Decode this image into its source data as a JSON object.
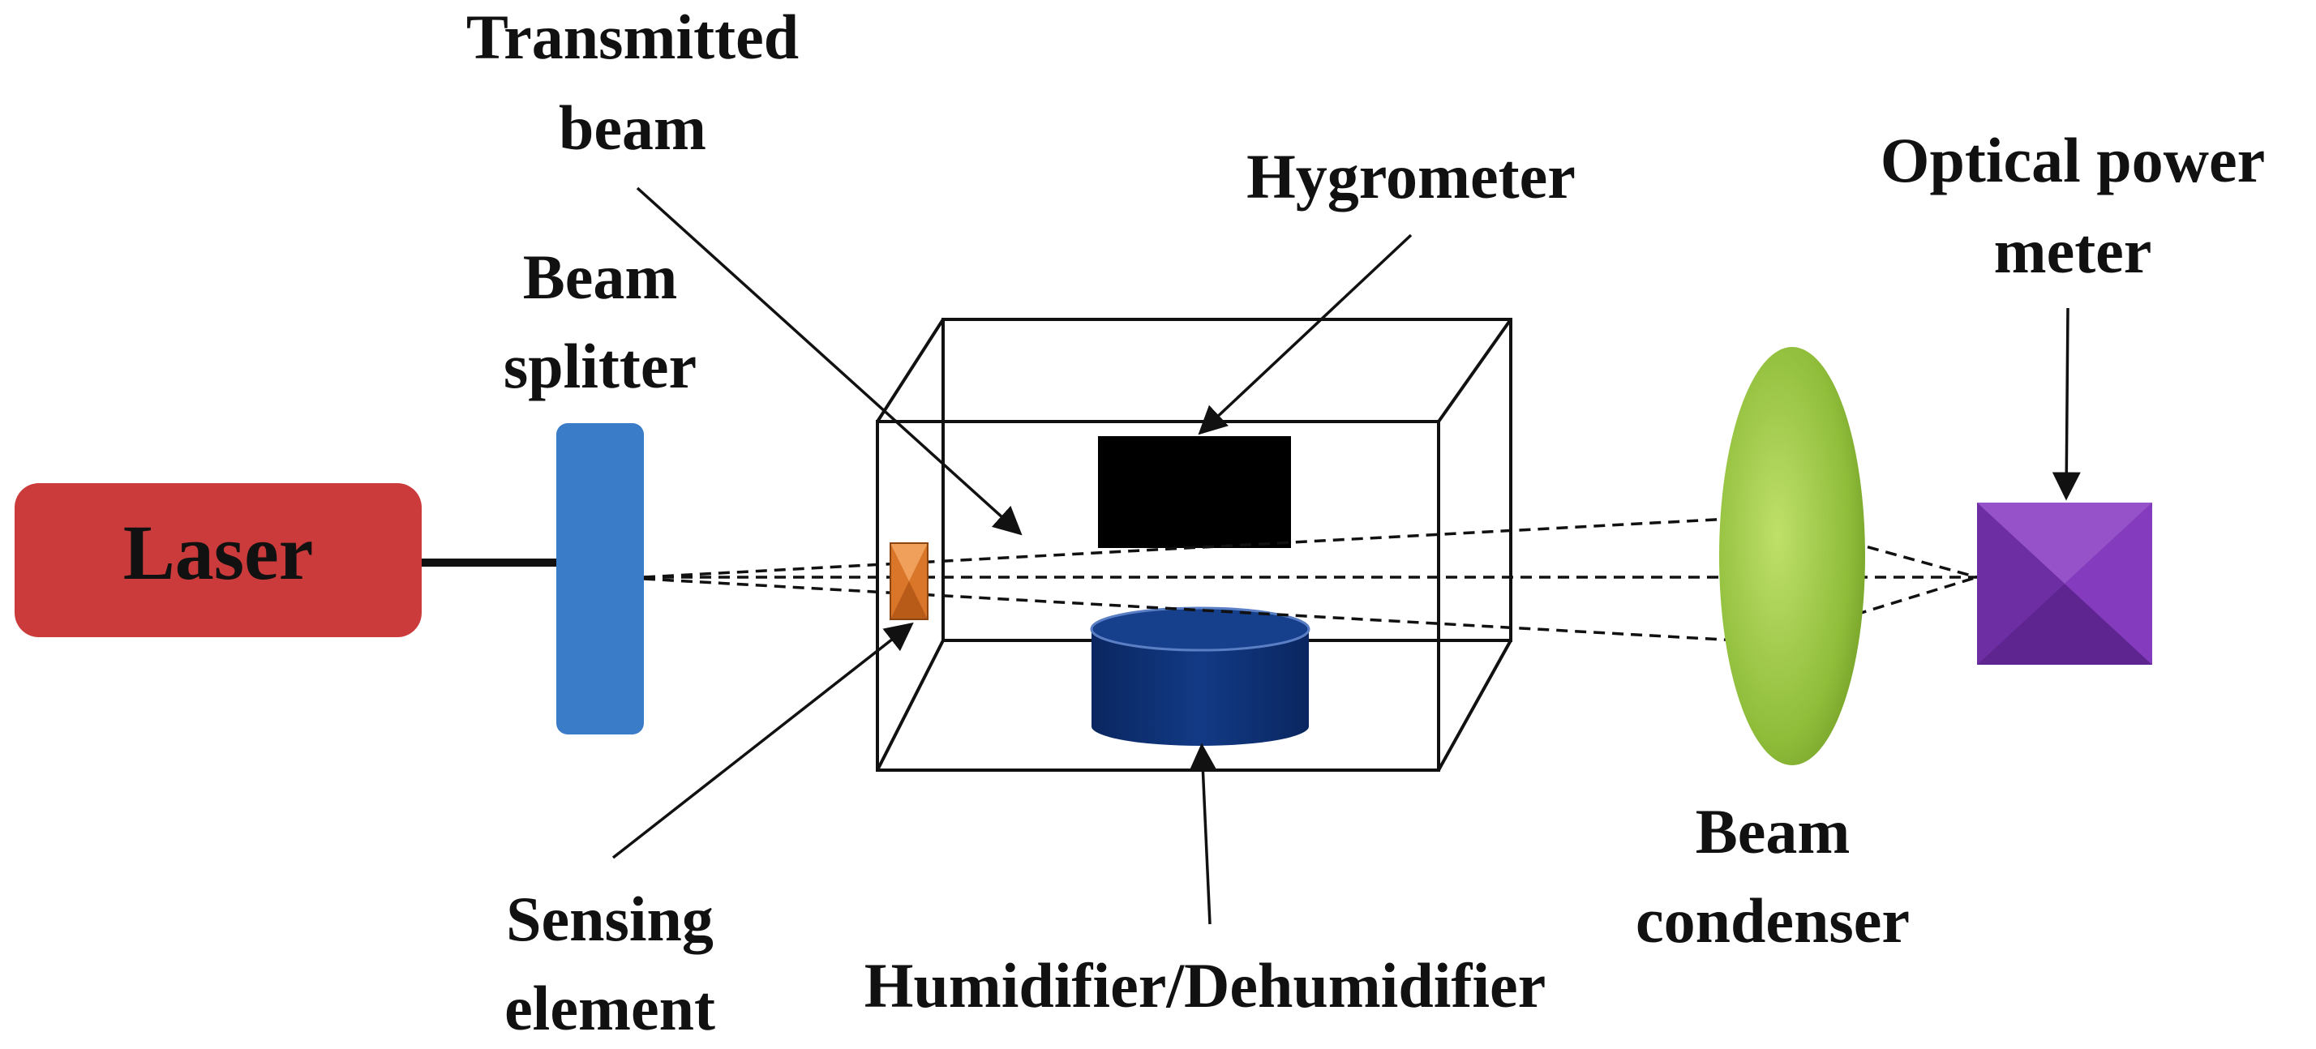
{
  "labels": {
    "laser": "Laser",
    "beam_splitter": [
      "Beam",
      "splitter"
    ],
    "transmitted_beam": [
      "Transmitted",
      "beam"
    ],
    "hygrometer": "Hygrometer",
    "optical_power_meter": [
      "Optical power",
      "meter"
    ],
    "sensing_element": [
      "Sensing",
      "element"
    ],
    "humidifier": "Humidifier/Dehumidifier",
    "beam_condenser": [
      "Beam",
      "condenser"
    ]
  },
  "colors": {
    "laser": "#cc3b3b",
    "beam_splitter": "#3a7cc7",
    "sensing_element": "#d9762a",
    "hygrometer": "#000000",
    "humidifier": "#0b2c6b",
    "beam_condenser": "#8fbd3a",
    "power_meter": "#7a35b0"
  }
}
